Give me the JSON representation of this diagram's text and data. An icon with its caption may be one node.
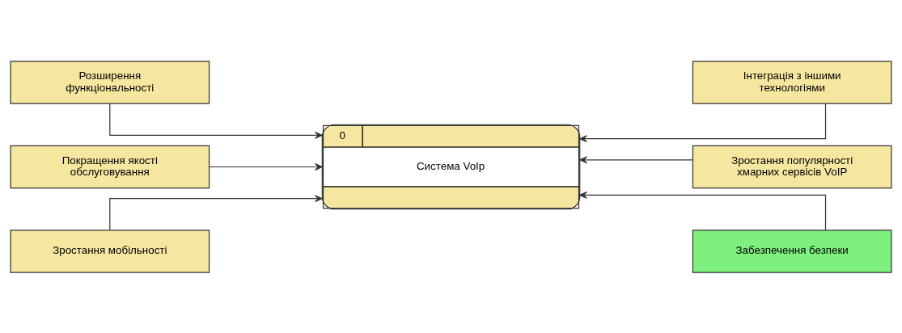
{
  "diagram": {
    "nodes": [
      {
        "text": [
          "Розширення функціональності"
        ]
      },
      {
        "text": [
          "Покращення якості обслуговування"
        ]
      },
      {
        "text": [
          "Зростання мобільності"
        ]
      },
      {
        "text": [
          "0",
          "Система VoIp"
        ]
      },
      {
        "text": [
          "Інтеграція з іншими технологіями"
        ]
      },
      {
        "text": [
          "Зростання популярності хмарних сервісів VoIP"
        ]
      },
      {
        "text": [
          "Забезпечення безпеки"
        ]
      }
    ],
    "edges": [
      {
        "from": 0,
        "to": 3,
        "arrow": "to"
      },
      {
        "from": 4,
        "to": 3,
        "arrow": "to"
      },
      {
        "from": 1,
        "to": 3,
        "arrow": "to"
      },
      {
        "from": 5,
        "to": 3,
        "arrow": "to"
      },
      {
        "from": 2,
        "to": 3,
        "arrow": "to"
      },
      {
        "from": 6,
        "to": 3,
        "arrow": "to"
      }
    ]
  }
}
